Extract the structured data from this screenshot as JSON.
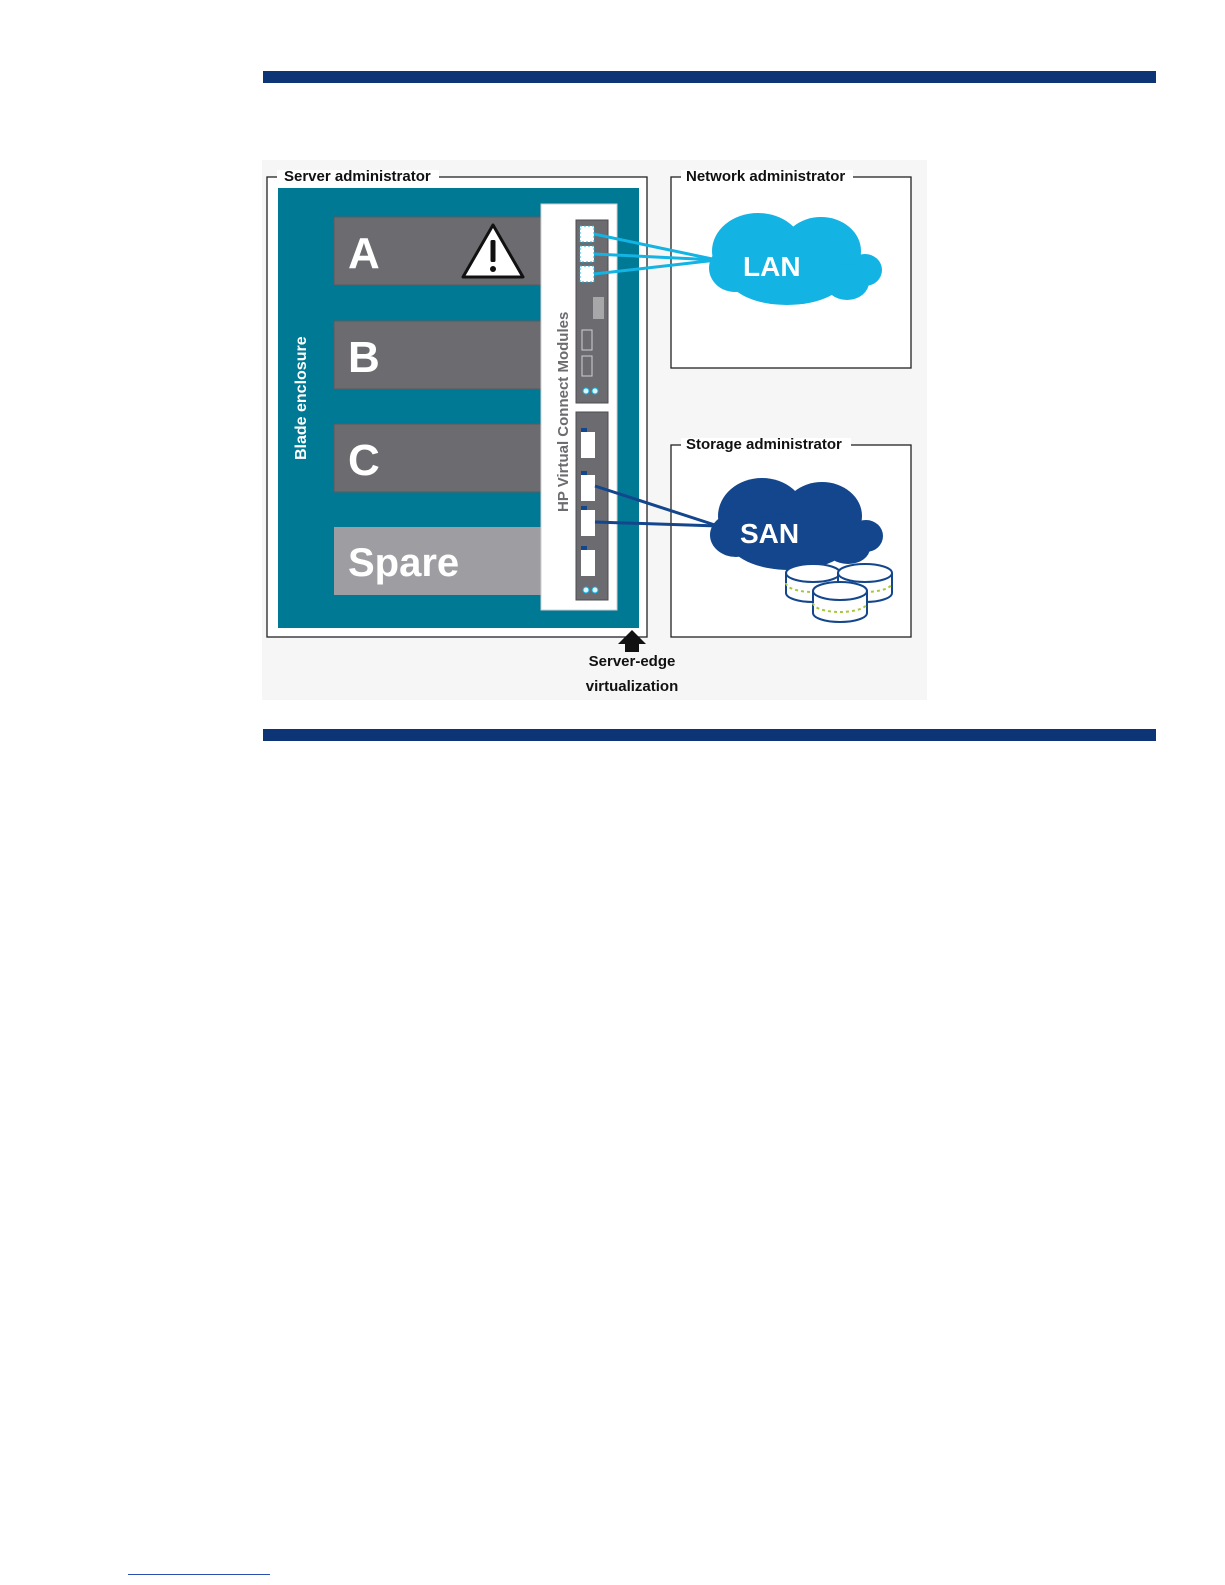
{
  "diagram": {
    "server_admin": {
      "label": "Server administrator"
    },
    "blade_enclosure": {
      "label": "Blade enclosure"
    },
    "blades": [
      {
        "label": "A",
        "status": "warning"
      },
      {
        "label": "B",
        "status": "normal"
      },
      {
        "label": "C",
        "status": "normal"
      },
      {
        "label": "Spare",
        "status": "spare"
      }
    ],
    "vc_modules": {
      "label": "HP Virtual Connect Modules"
    },
    "network_admin": {
      "label": "Network administrator",
      "cloud_label": "LAN"
    },
    "storage_admin": {
      "label": "Storage administrator",
      "cloud_label": "SAN"
    },
    "server_edge": {
      "line1": "Server-edge",
      "line2": "virtualization"
    },
    "icons": [
      "warning-triangle-icon",
      "cloud-icon",
      "storage-disks-icon",
      "up-arrow-icon"
    ],
    "colors": {
      "enclosure": "#007995",
      "blade": "#6c6b70",
      "spare": "#9e9ea2",
      "lan": "#13b3e3",
      "san": "#13468c",
      "rule": "#0d3475"
    }
  }
}
